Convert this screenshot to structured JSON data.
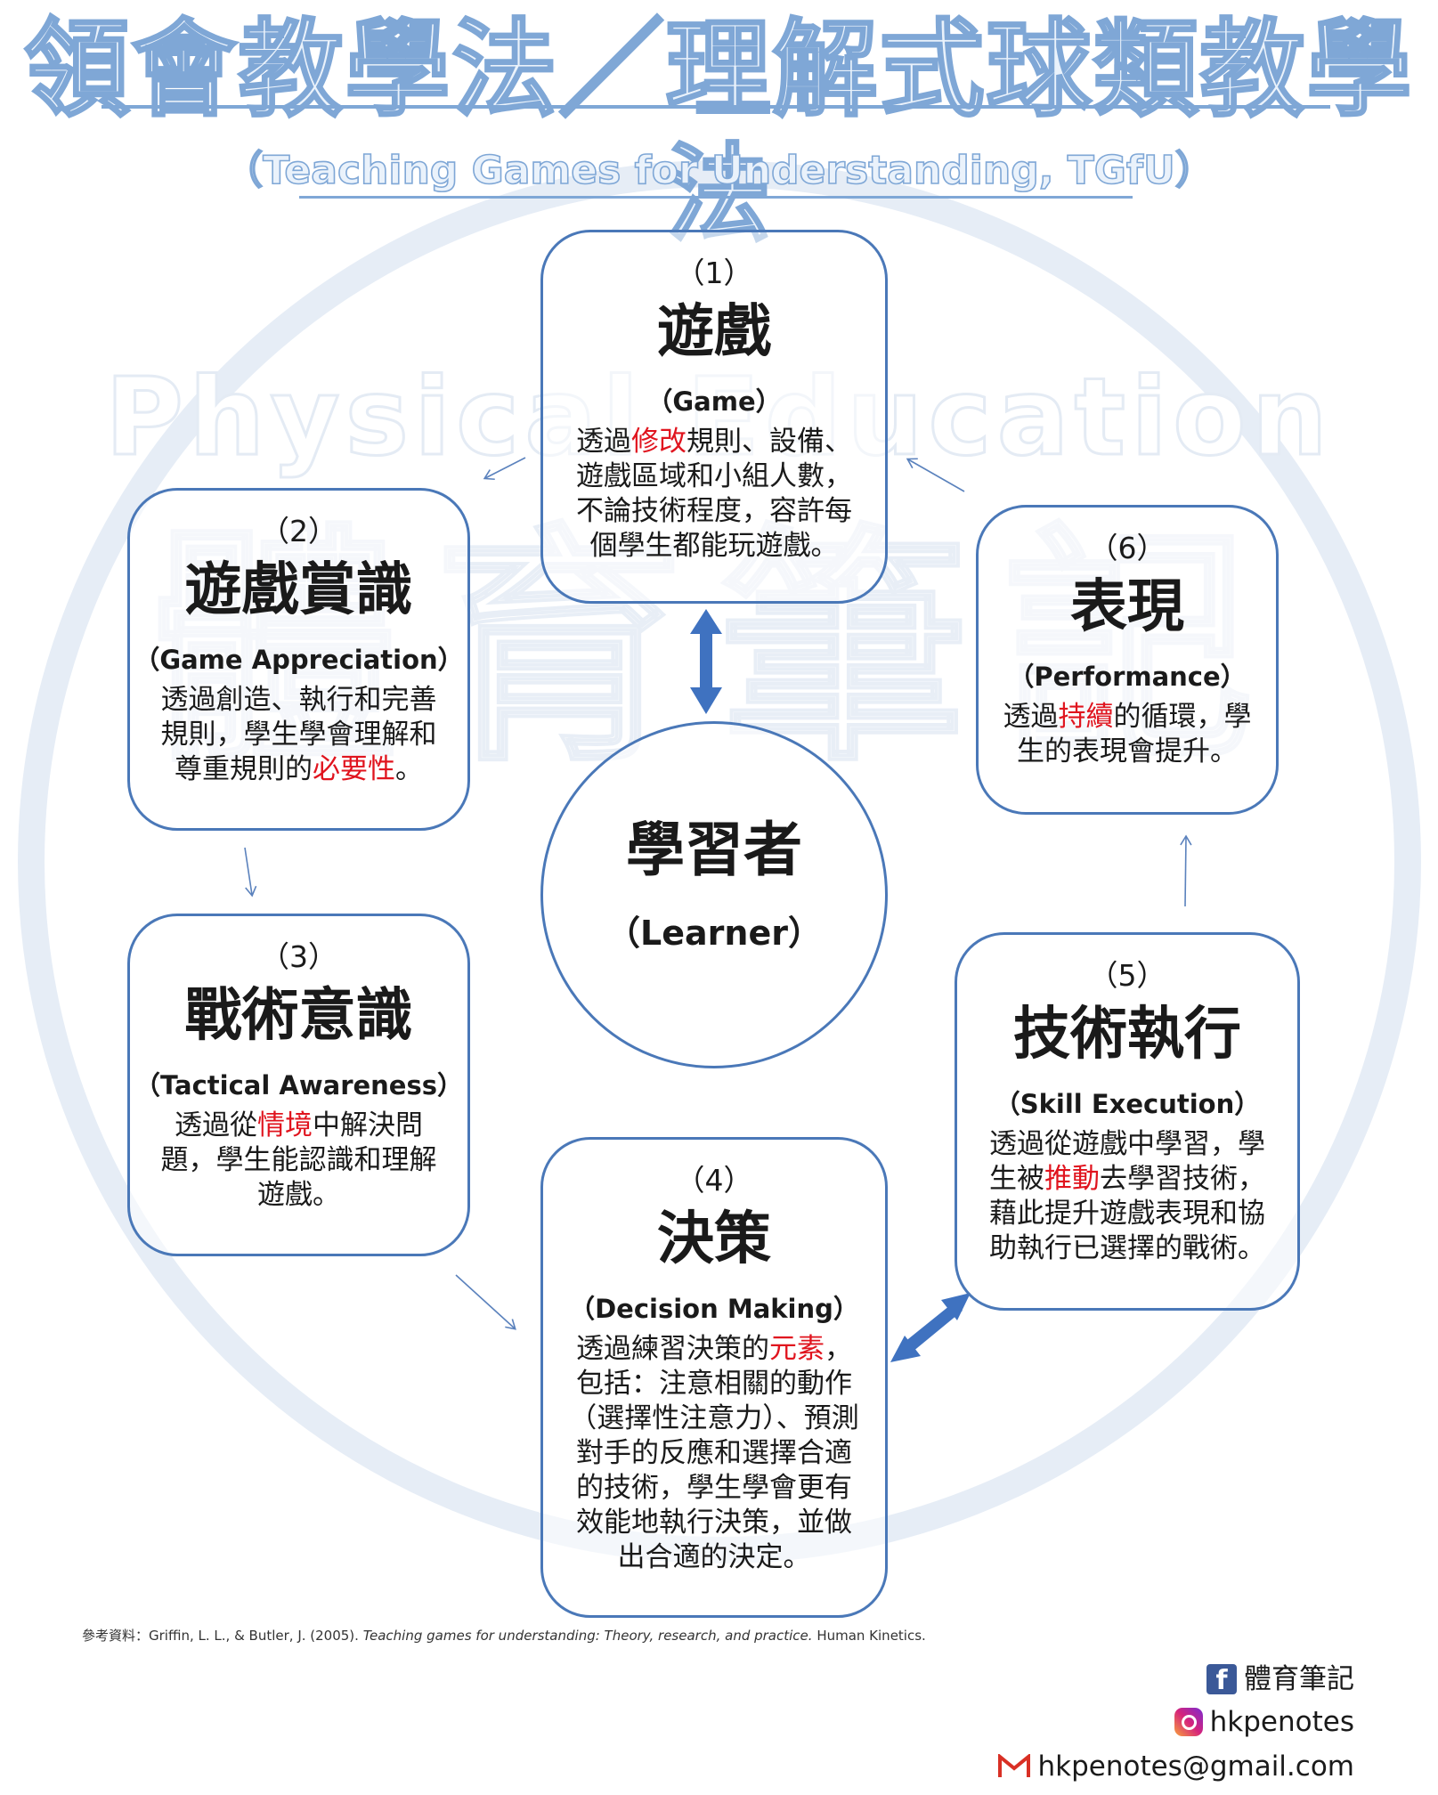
{
  "title": "領會教學法／理解式球類教學法",
  "subtitle": "（Teaching Games for Understanding, TGfU）",
  "watermark": {
    "text": "Physical Education",
    "chars": "體育筆記"
  },
  "center": {
    "cn": "學習者",
    "en": "（Learner）"
  },
  "steps": [
    {
      "num": "（1）",
      "cn": "遊戲",
      "en": "（Game）",
      "desc_pre": "透過",
      "desc_red": "修改",
      "desc_post": "規則、設備、遊戲區域和小組人數，不論技術程度，容許每個學生都能玩遊戲。"
    },
    {
      "num": "（2）",
      "cn": "遊戲賞識",
      "en": "（Game Appreciation）",
      "desc_pre": "透過創造、執行和完善規則，學生學會理解和尊重規則的",
      "desc_red": "必要性",
      "desc_post": "。"
    },
    {
      "num": "（3）",
      "cn": "戰術意識",
      "en": "（Tactical Awareness）",
      "desc_pre": "透過從",
      "desc_red": "情境",
      "desc_post": "中解決問題，學生能認識和理解遊戲。"
    },
    {
      "num": "（4）",
      "cn": "決策",
      "en": "（Decision Making）",
      "desc_pre": "透過練習決策的",
      "desc_red": "元素",
      "desc_post": "，包括：注意相關的動作（選擇性注意力）、預測對手的反應和選擇合適的技術，學生學會更有效能地執行決策，並做出合適的決定。"
    },
    {
      "num": "（5）",
      "cn": "技術執行",
      "en": "（Skill Execution）",
      "desc_pre": "透過從遊戲中學習，學生被",
      "desc_red": "推動",
      "desc_post": "去學習技術，藉此提升遊戲表現和協助執行已選擇的戰術。"
    },
    {
      "num": "（6）",
      "cn": "表現",
      "en": "（Performance）",
      "desc_pre": "透過",
      "desc_red": "持續",
      "desc_post": "的循環，學生的表現會提升。"
    }
  ],
  "reference": {
    "label": "參考資料：",
    "authors": "Griffin, L. L., & Butler, J. (2005). ",
    "book": "Teaching games for understanding: Theory, research, and practice.",
    "publisher": " Human Kinetics."
  },
  "contacts": {
    "facebook": "體育筆記",
    "instagram": "hkpenotes",
    "email": "hkpenotes@gmail.com"
  },
  "colors": {
    "box_border": "#4a78b8",
    "arrow": "#3f72c0",
    "highlight": "#e0141e",
    "title_stroke": "#7fa7d6"
  }
}
